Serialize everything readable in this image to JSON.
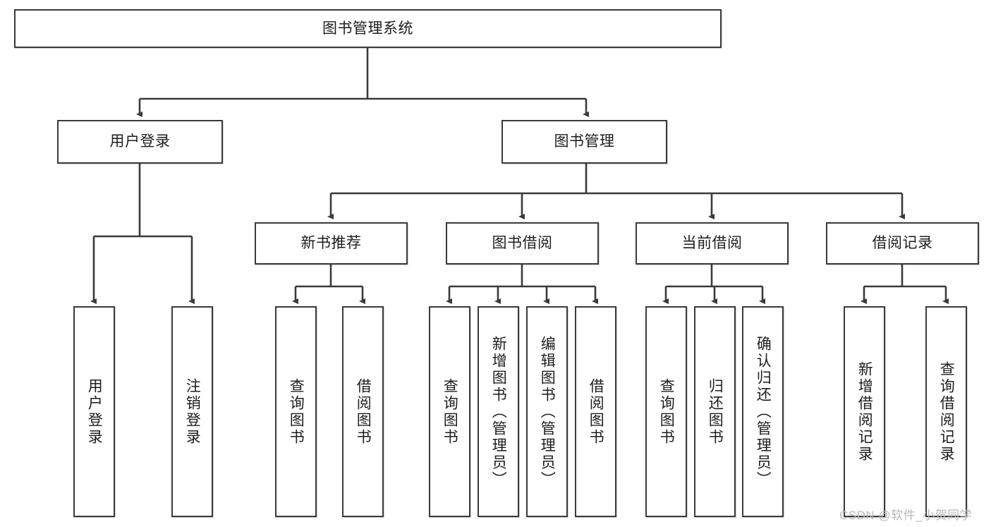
{
  "diagram": {
    "type": "tree-hierarchy",
    "title": "图书管理系统",
    "watermark": "CSDN @软件_小贺同学",
    "colors": {
      "box_border": "#3a3a3a",
      "box_fill": "#ffffff",
      "connector": "#3a3a3a",
      "text": "#1d1d1d",
      "watermark": "#b9b9b9"
    },
    "nodes": {
      "root": {
        "label": "图书管理系统",
        "level": 1,
        "orientation": "horizontal"
      },
      "l2_user_login": {
        "label": "用户登录",
        "level": 2,
        "orientation": "horizontal"
      },
      "l2_book_mgmt": {
        "label": "图书管理",
        "level": 2,
        "orientation": "horizontal"
      },
      "l3_new_book_rec": {
        "label": "新书推荐",
        "level": 3,
        "orientation": "horizontal"
      },
      "l3_book_borrow": {
        "label": "图书借阅",
        "level": 3,
        "orientation": "horizontal"
      },
      "l3_current_borrow": {
        "label": "当前借阅",
        "level": 3,
        "orientation": "horizontal"
      },
      "l3_borrow_record": {
        "label": "借阅记录",
        "level": 3,
        "orientation": "horizontal"
      },
      "l4_user_login": {
        "label": "用户登录",
        "level": 4,
        "orientation": "vertical"
      },
      "l4_logout": {
        "label": "注销登录",
        "level": 4,
        "orientation": "vertical"
      },
      "l4_query_book_a": {
        "label": "查询图书",
        "level": 4,
        "orientation": "vertical"
      },
      "l4_borrow_book_a": {
        "label": "借阅图书",
        "level": 4,
        "orientation": "vertical"
      },
      "l4_query_book_b": {
        "label": "查询图书",
        "level": 4,
        "orientation": "vertical"
      },
      "l4_add_book": {
        "label": "新增图书（管理员）",
        "level": 4,
        "orientation": "vertical"
      },
      "l4_edit_book": {
        "label": "编辑图书（管理员）",
        "level": 4,
        "orientation": "vertical"
      },
      "l4_borrow_book_b": {
        "label": "借阅图书",
        "level": 4,
        "orientation": "vertical"
      },
      "l4_query_book_c": {
        "label": "查询图书",
        "level": 4,
        "orientation": "vertical"
      },
      "l4_return_book": {
        "label": "归还图书",
        "level": 4,
        "orientation": "vertical"
      },
      "l4_confirm_return": {
        "label": "确认归还（管理员）",
        "level": 4,
        "orientation": "vertical"
      },
      "l4_add_record": {
        "label": "新增借阅记录",
        "level": 4,
        "orientation": "vertical"
      },
      "l4_query_record": {
        "label": "查询借阅记录",
        "level": 4,
        "orientation": "vertical"
      }
    },
    "edges": [
      {
        "from": "root",
        "to": "l2_user_login"
      },
      {
        "from": "root",
        "to": "l2_book_mgmt"
      },
      {
        "from": "l2_user_login",
        "to": "l4_user_login"
      },
      {
        "from": "l2_user_login",
        "to": "l4_logout"
      },
      {
        "from": "l2_book_mgmt",
        "to": "l3_new_book_rec"
      },
      {
        "from": "l2_book_mgmt",
        "to": "l3_book_borrow"
      },
      {
        "from": "l2_book_mgmt",
        "to": "l3_current_borrow"
      },
      {
        "from": "l2_book_mgmt",
        "to": "l3_borrow_record"
      },
      {
        "from": "l3_new_book_rec",
        "to": "l4_query_book_a"
      },
      {
        "from": "l3_new_book_rec",
        "to": "l4_borrow_book_a"
      },
      {
        "from": "l3_book_borrow",
        "to": "l4_query_book_b"
      },
      {
        "from": "l3_book_borrow",
        "to": "l4_add_book"
      },
      {
        "from": "l3_book_borrow",
        "to": "l4_edit_book"
      },
      {
        "from": "l3_book_borrow",
        "to": "l4_borrow_book_b"
      },
      {
        "from": "l3_current_borrow",
        "to": "l4_query_book_c"
      },
      {
        "from": "l3_current_borrow",
        "to": "l4_return_book"
      },
      {
        "from": "l3_current_borrow",
        "to": "l4_confirm_return"
      },
      {
        "from": "l3_borrow_record",
        "to": "l4_add_record"
      },
      {
        "from": "l3_borrow_record",
        "to": "l4_query_record"
      }
    ]
  }
}
